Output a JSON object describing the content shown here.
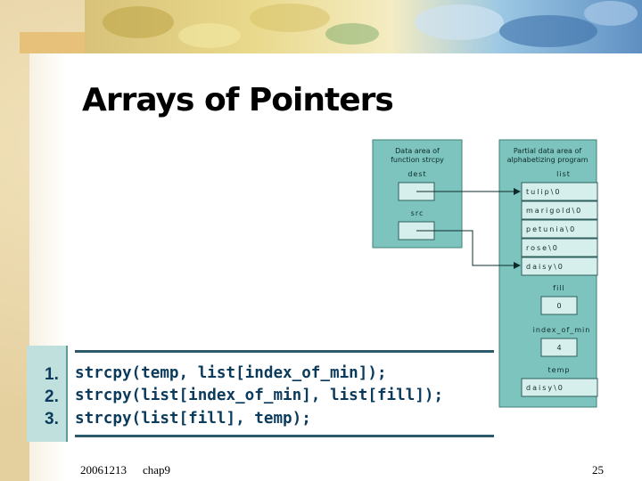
{
  "slide": {
    "title": "Arrays of Pointers",
    "footer_date": "20061213",
    "footer_chapter": "chap9",
    "page_number": "25"
  },
  "code": {
    "line_numbers": [
      "1.",
      "2.",
      "3."
    ],
    "lines": [
      "strcpy(temp, list[index_of_min]);",
      "strcpy(list[index_of_min], list[fill]);",
      "strcpy(list[fill], temp);"
    ]
  },
  "diagram": {
    "left_panel": {
      "caption_line1": "Data area of",
      "caption_line2": "function strcpy",
      "dest_label": "dest",
      "src_label": "src"
    },
    "right_panel": {
      "caption_line1": "Partial data area of",
      "caption_line2": "alphabetizing program",
      "list_label": "list",
      "list_items": [
        "tulip\\0",
        "marigold\\0",
        "petunia\\0",
        "rose\\0",
        "daisy\\0"
      ],
      "fill_label": "fill",
      "fill_value": "0",
      "index_of_min_label": "index_of_min",
      "index_of_min_value": "4",
      "temp_label": "temp",
      "temp_value": "daisy\\0"
    },
    "arrows": [
      {
        "from": "dest",
        "to": "tulip\\0"
      },
      {
        "from": "src",
        "to": "daisy\\0"
      }
    ],
    "colors": {
      "panel_fill": "#7dc4be",
      "panel_stroke": "#3f7f7a",
      "cell_fill": "#d7efec",
      "text": "#0d2b2b"
    }
  }
}
